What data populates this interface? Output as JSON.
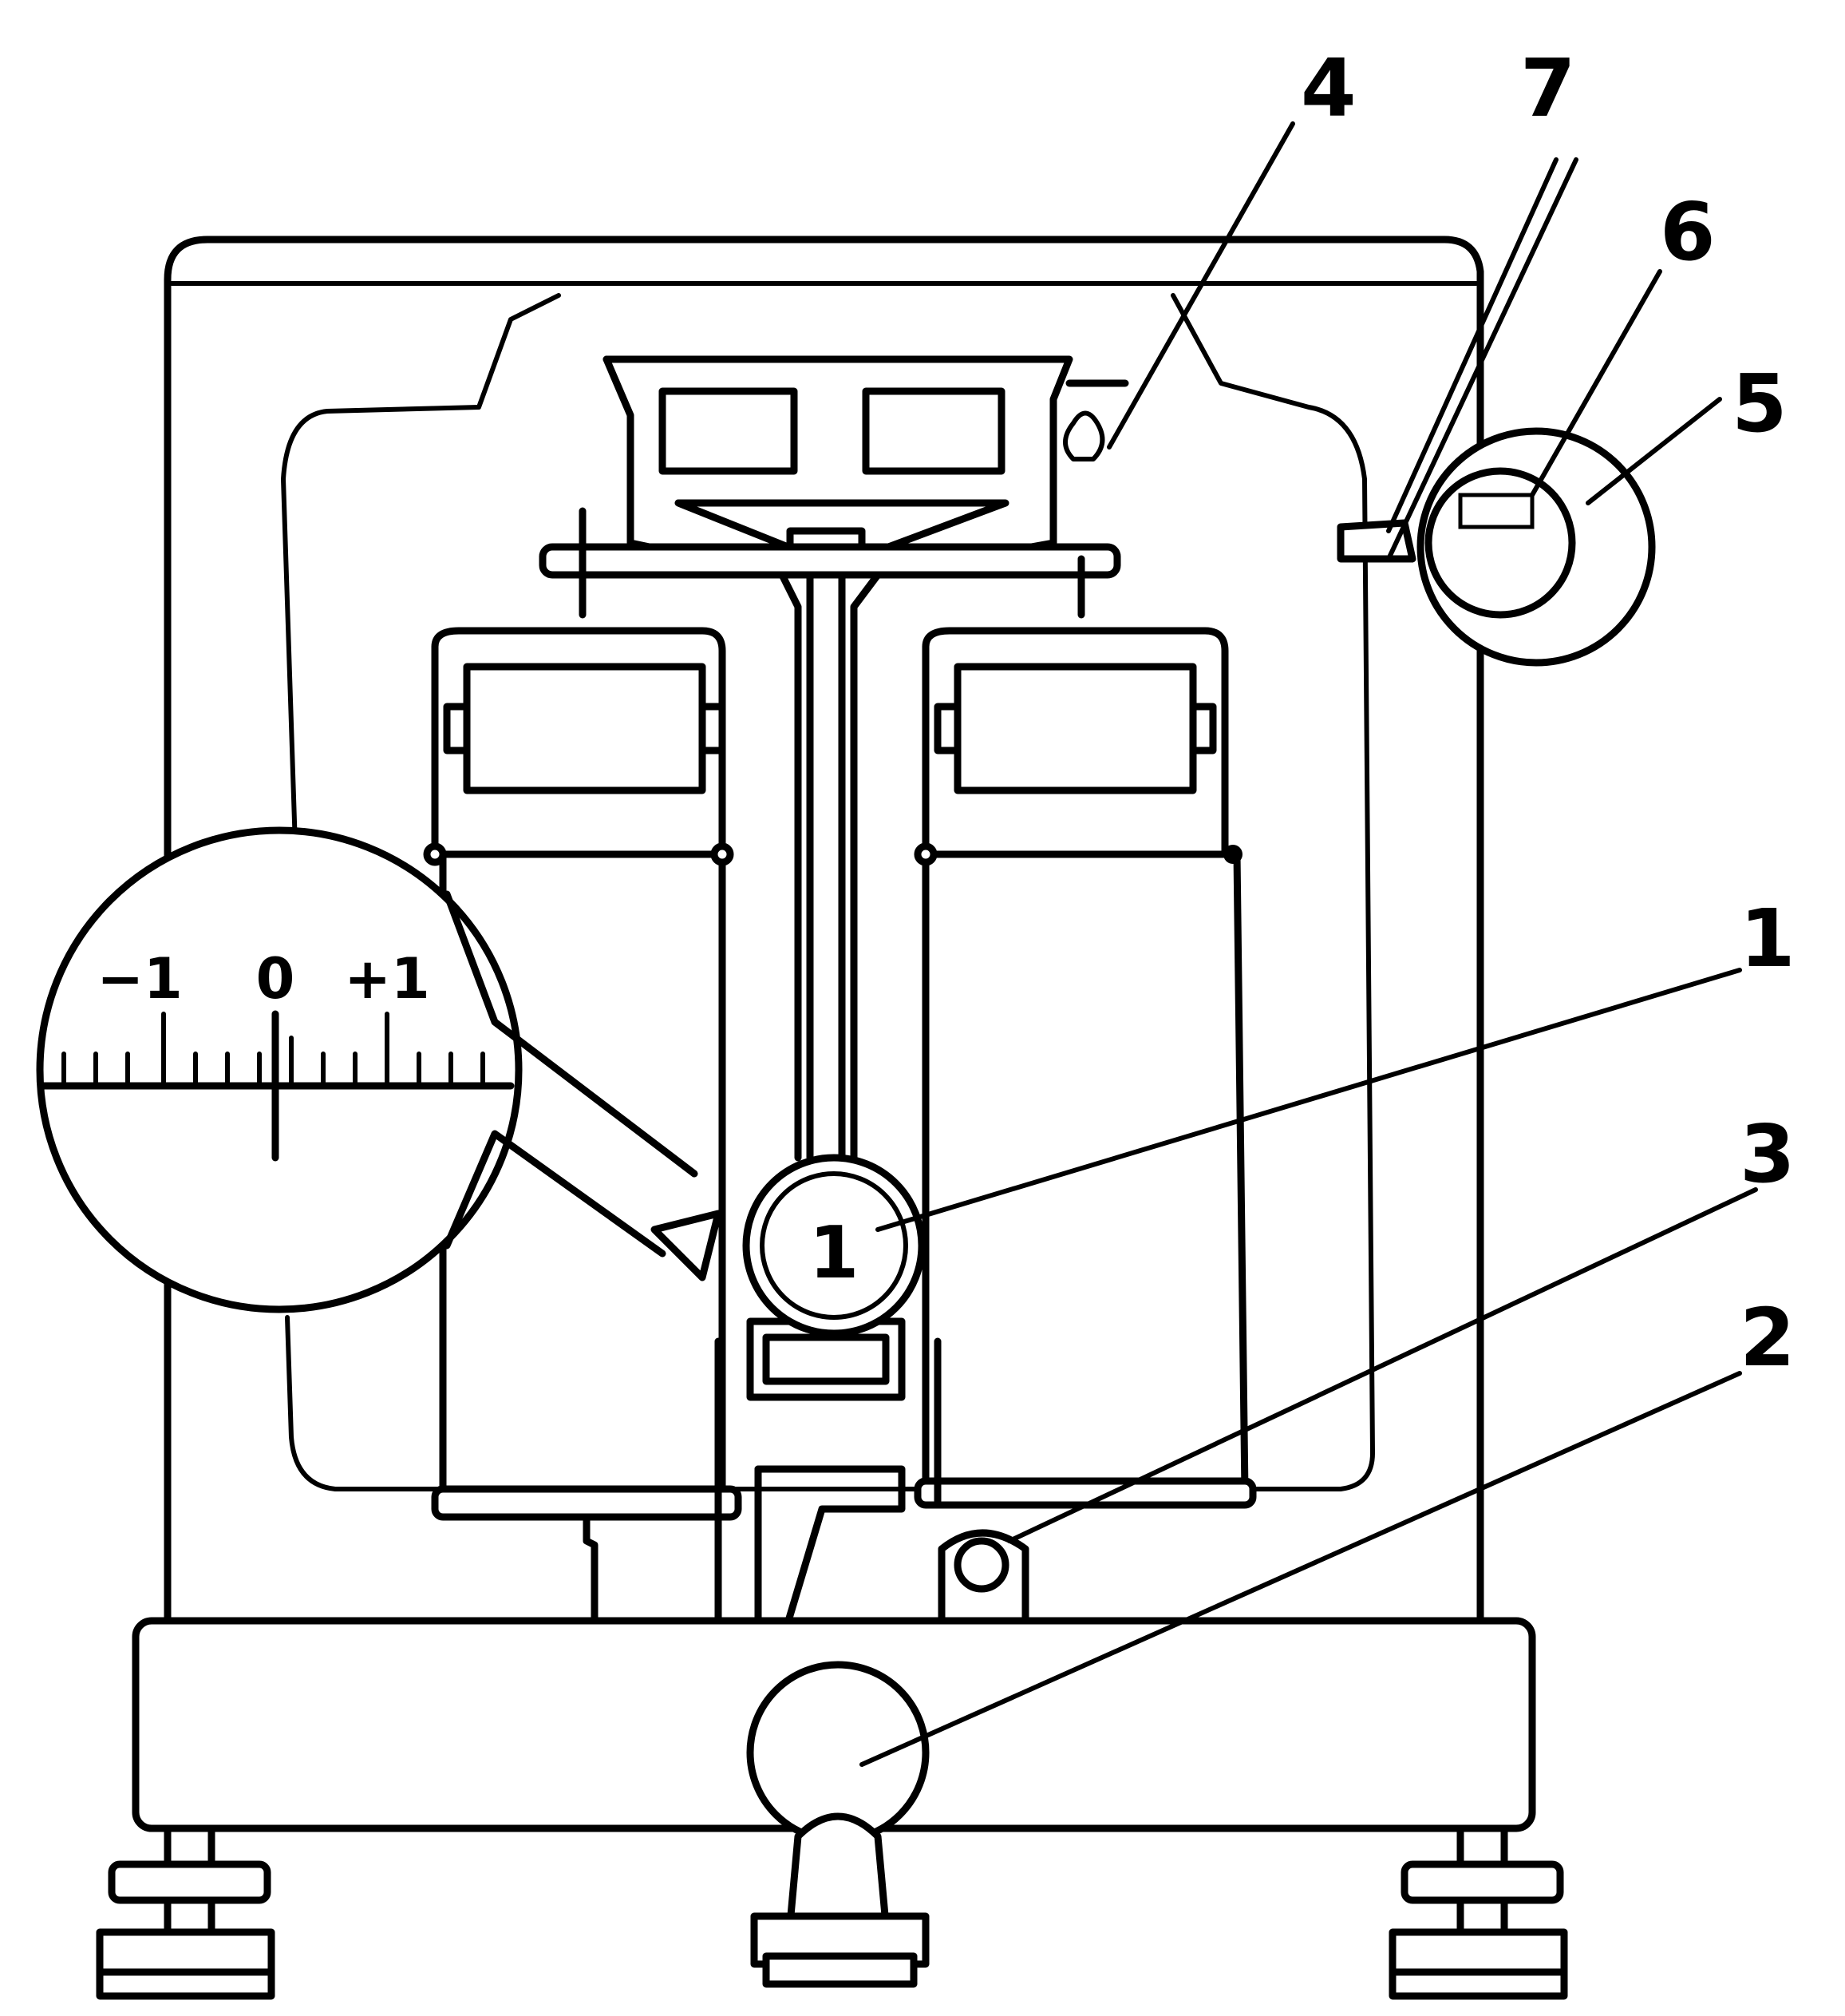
{
  "callouts": [
    {
      "id": "1",
      "label": "1"
    },
    {
      "id": "2",
      "label": "2"
    },
    {
      "id": "3",
      "label": "3"
    },
    {
      "id": "4",
      "label": "4"
    },
    {
      "id": "5",
      "label": "5"
    },
    {
      "id": "6",
      "label": "6"
    },
    {
      "id": "7",
      "label": "7"
    }
  ],
  "scale": {
    "minus_label": "−1",
    "zero_label": "0",
    "plus_label": "+1"
  },
  "dial_digit": "1"
}
